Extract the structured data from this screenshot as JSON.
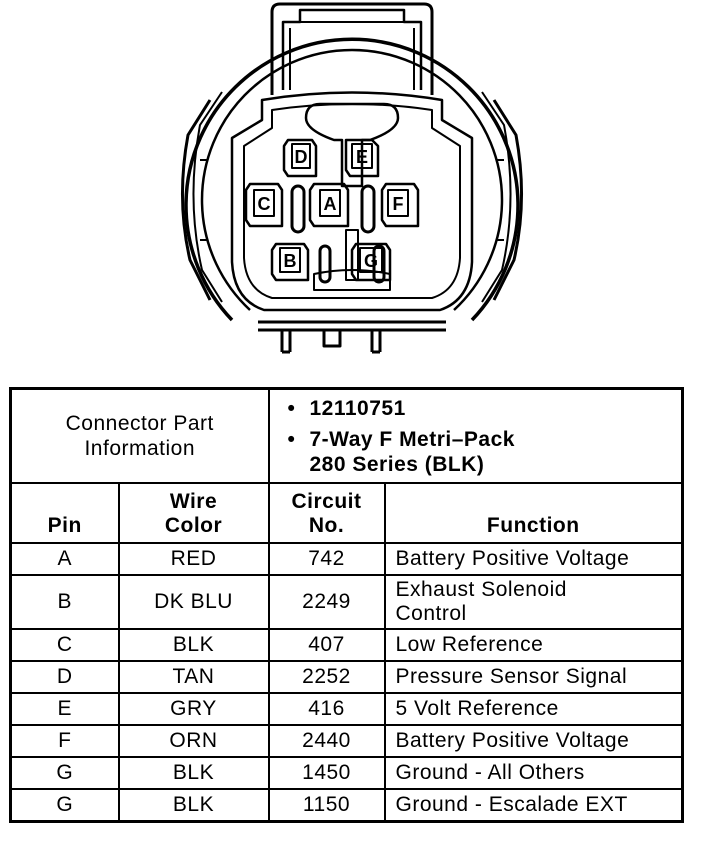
{
  "connector": {
    "pins": [
      "A",
      "B",
      "C",
      "D",
      "E",
      "F",
      "G"
    ]
  },
  "info": {
    "label_line1": "Connector Part",
    "label_line2": "Information",
    "items": [
      "12110751",
      "7-Way F Metri–Pack",
      "280 Series (BLK)"
    ]
  },
  "columns": {
    "pin": "Pin",
    "wire_line1": "Wire",
    "wire_line2": "Color",
    "circuit_line1": "Circuit",
    "circuit_line2": "No.",
    "function": "Function"
  },
  "rows": [
    {
      "pin": "A",
      "wire": "RED",
      "circuit": "742",
      "function": "Battery Positive Voltage"
    },
    {
      "pin": "B",
      "wire": "DK BLU",
      "circuit": "2249",
      "function_line1": "Exhaust Solenoid",
      "function_line2": "Control"
    },
    {
      "pin": "C",
      "wire": "BLK",
      "circuit": "407",
      "function": "Low Reference"
    },
    {
      "pin": "D",
      "wire": "TAN",
      "circuit": "2252",
      "function": "Pressure Sensor Signal"
    },
    {
      "pin": "E",
      "wire": "GRY",
      "circuit": "416",
      "function": "5 Volt Reference"
    },
    {
      "pin": "F",
      "wire": "ORN",
      "circuit": "2440",
      "function": "Battery Positive Voltage"
    },
    {
      "pin": "G",
      "wire": "BLK",
      "circuit": "1450",
      "function": "Ground - All Others"
    },
    {
      "pin": "G",
      "wire": "BLK",
      "circuit": "1150",
      "function": "Ground - Escalade EXT"
    }
  ]
}
